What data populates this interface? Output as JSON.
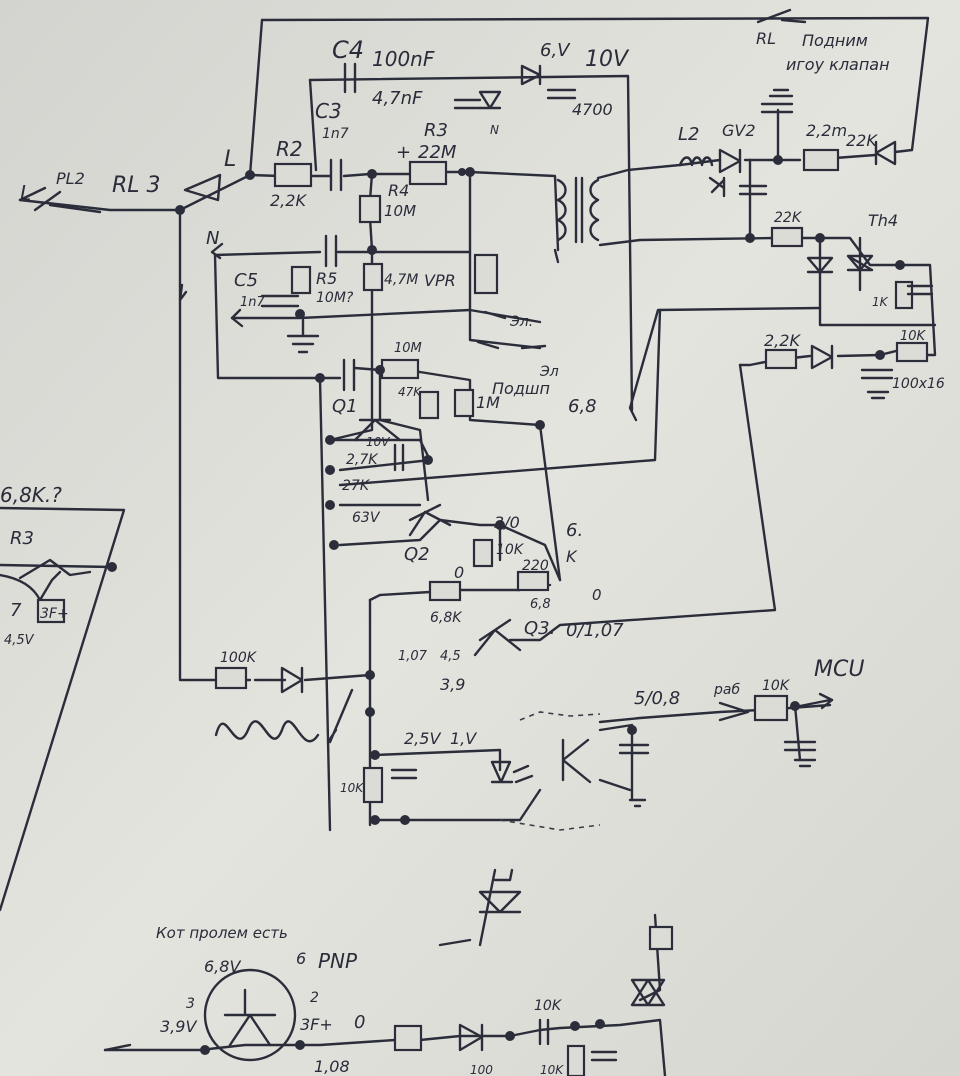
{
  "labels": {
    "c4": "C4",
    "c4v": "100nF",
    "c4b": "4,7nF",
    "top_v1": "6,V",
    "top_v2": "10V",
    "rl_top": "RL",
    "rl_note1": "Подним",
    "rl_note2": "игоу клапан",
    "c3": "C3",
    "c3v": "1n7",
    "c_4700": "4700",
    "r3": "R3",
    "r3v": "22M",
    "plus": "+",
    "r2": "R2",
    "r2v": "2,2K",
    "r4": "R4",
    "r4v": "10M",
    "l2": "L2",
    "gv2": "GV2",
    "r_22m": "2,2m",
    "r_22k_a": "22K",
    "rl3": "RL 3",
    "pl2": "PL2",
    "l_letter": "L",
    "l_left": "L",
    "n_left": "N",
    "n_mid": "N",
    "c5": "C5",
    "c5v": "1n7",
    "r5": "R5",
    "r5v": "10M?",
    "r_47m": "4,7M",
    "vpr": "VPR",
    "r_22k_b": "22K",
    "th4": "Th4",
    "el1": "Эл.",
    "el2": "Эл",
    "podsh": "Подшп",
    "r_1k": "1K",
    "r_10m": "10M",
    "r_47k": "47K",
    "r_1m": "1M",
    "v_68a": "6,8",
    "r_22k_c": "2,2K",
    "r_10k_a": "10K",
    "c_100x16": "100x16",
    "q1": "Q1",
    "c_10v": "10V",
    "r_27k": "2,7K",
    "r_27k2": "27K",
    "v_63": "63V",
    "left_68k": "6,8K.?",
    "left_r3": "R3",
    "left_7": "7",
    "left_3f": "3F+",
    "left_45v": "4,5V",
    "q2": "Q2",
    "v_310": "3/0",
    "r_10k_b": "10K",
    "v_6": "6.",
    "v_k": "K",
    "r_220": "220",
    "v_0a": "0",
    "r_68k": "6,8K",
    "v_68b": "6,8",
    "v_0b": "0",
    "q3": "Q3.",
    "v_0107": "0/1,07",
    "r_100k": "100K",
    "v_107": "1,07",
    "v_45": "4,5",
    "v_39": "3,9",
    "v_508": "5/0,8",
    "rabot": "раб",
    "r_10k_c": "10K",
    "mcu": "MCU",
    "v_25": "2,5V",
    "v_1v": "1,V",
    "r_10k_d": "10K",
    "note_bottom": "Кот пролем есть",
    "v_68v": "6,8V",
    "v_6b": "6",
    "pnp": "PNP",
    "n3": "3",
    "n2": "2",
    "v_39b": "3,9V",
    "v_3fb": "3F+",
    "v_0c": "0",
    "r_10k_e": "10K",
    "v_108": "1,08",
    "r_100b": "100",
    "r_10k_f": "10K"
  }
}
